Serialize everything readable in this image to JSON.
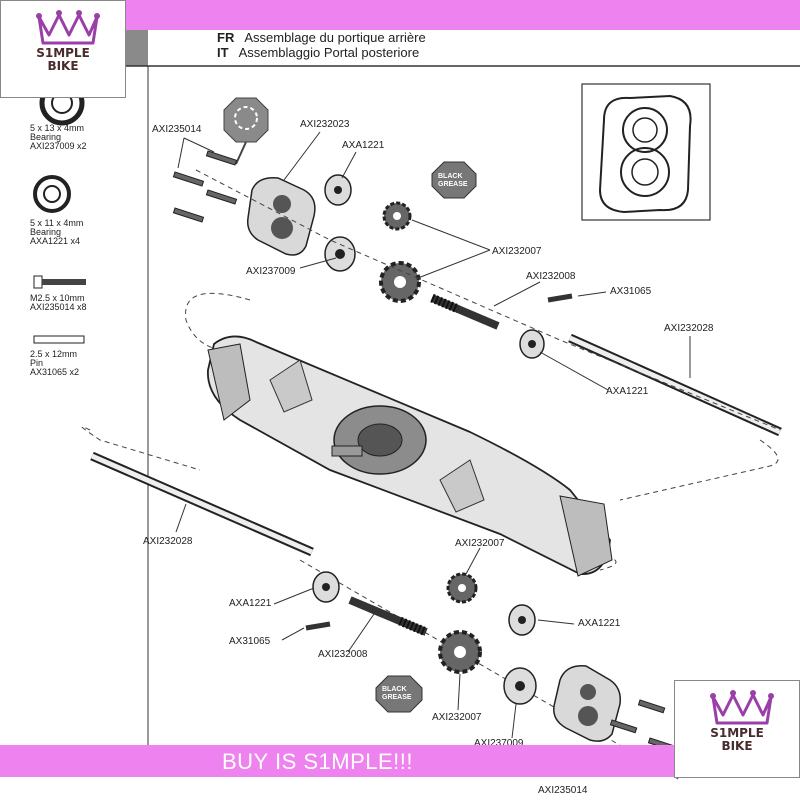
{
  "header": {
    "fr_code": "FR",
    "fr_text": "Assemblage du portique arrière",
    "it_code": "IT",
    "it_text": "Assemblaggio Portal posteriore"
  },
  "logo": {
    "line1": "S1MPLE",
    "line2": "BIKE"
  },
  "banner": {
    "text": "BUY IS S1MPLE!!!"
  },
  "legend": [
    {
      "l1": "5 x 13 x 4mm",
      "l2": "Bearing",
      "l3": "AXI237009 x2"
    },
    {
      "l1": "5 x 11 x 4mm",
      "l2": "Bearing",
      "l3": "AXA1221 x4"
    },
    {
      "l1": "M2.5 x 10mm",
      "l2": "AXI235014 x8",
      "l3": ""
    },
    {
      "l1": "2.5 x 12mm",
      "l2": "Pin",
      "l3": "AX31065 x2"
    }
  ],
  "grease_label": {
    "l1": "BLACK",
    "l2": "GREASE"
  },
  "labels": {
    "axi235014_top": "AXI235014",
    "axi232023": "AXI232023",
    "axa1221_top": "AXA1221",
    "axi232007_top": "AXI232007",
    "axi237009_top": "AXI237009",
    "axi232008_top": "AXI232008",
    "ax31065_top": "AX31065",
    "axi232028_right": "AXI232028",
    "axa1221_mid": "AXA1221",
    "axi232028_left": "AXI232028",
    "axi232007_mid": "AXI232007",
    "axa1221_left": "AXA1221",
    "axa1221_right": "AXA1221",
    "ax31065_bottom": "AX31065",
    "axi232008_bottom": "AXI232008",
    "axi232007_bottom": "AXI232007",
    "axi237009_bottom": "AXI237009",
    "axi235014_bottom": "AXI235014"
  },
  "colors": {
    "band": "#ee82ee",
    "banner_text": "#ffffff",
    "crown": "#9b3fa8"
  }
}
